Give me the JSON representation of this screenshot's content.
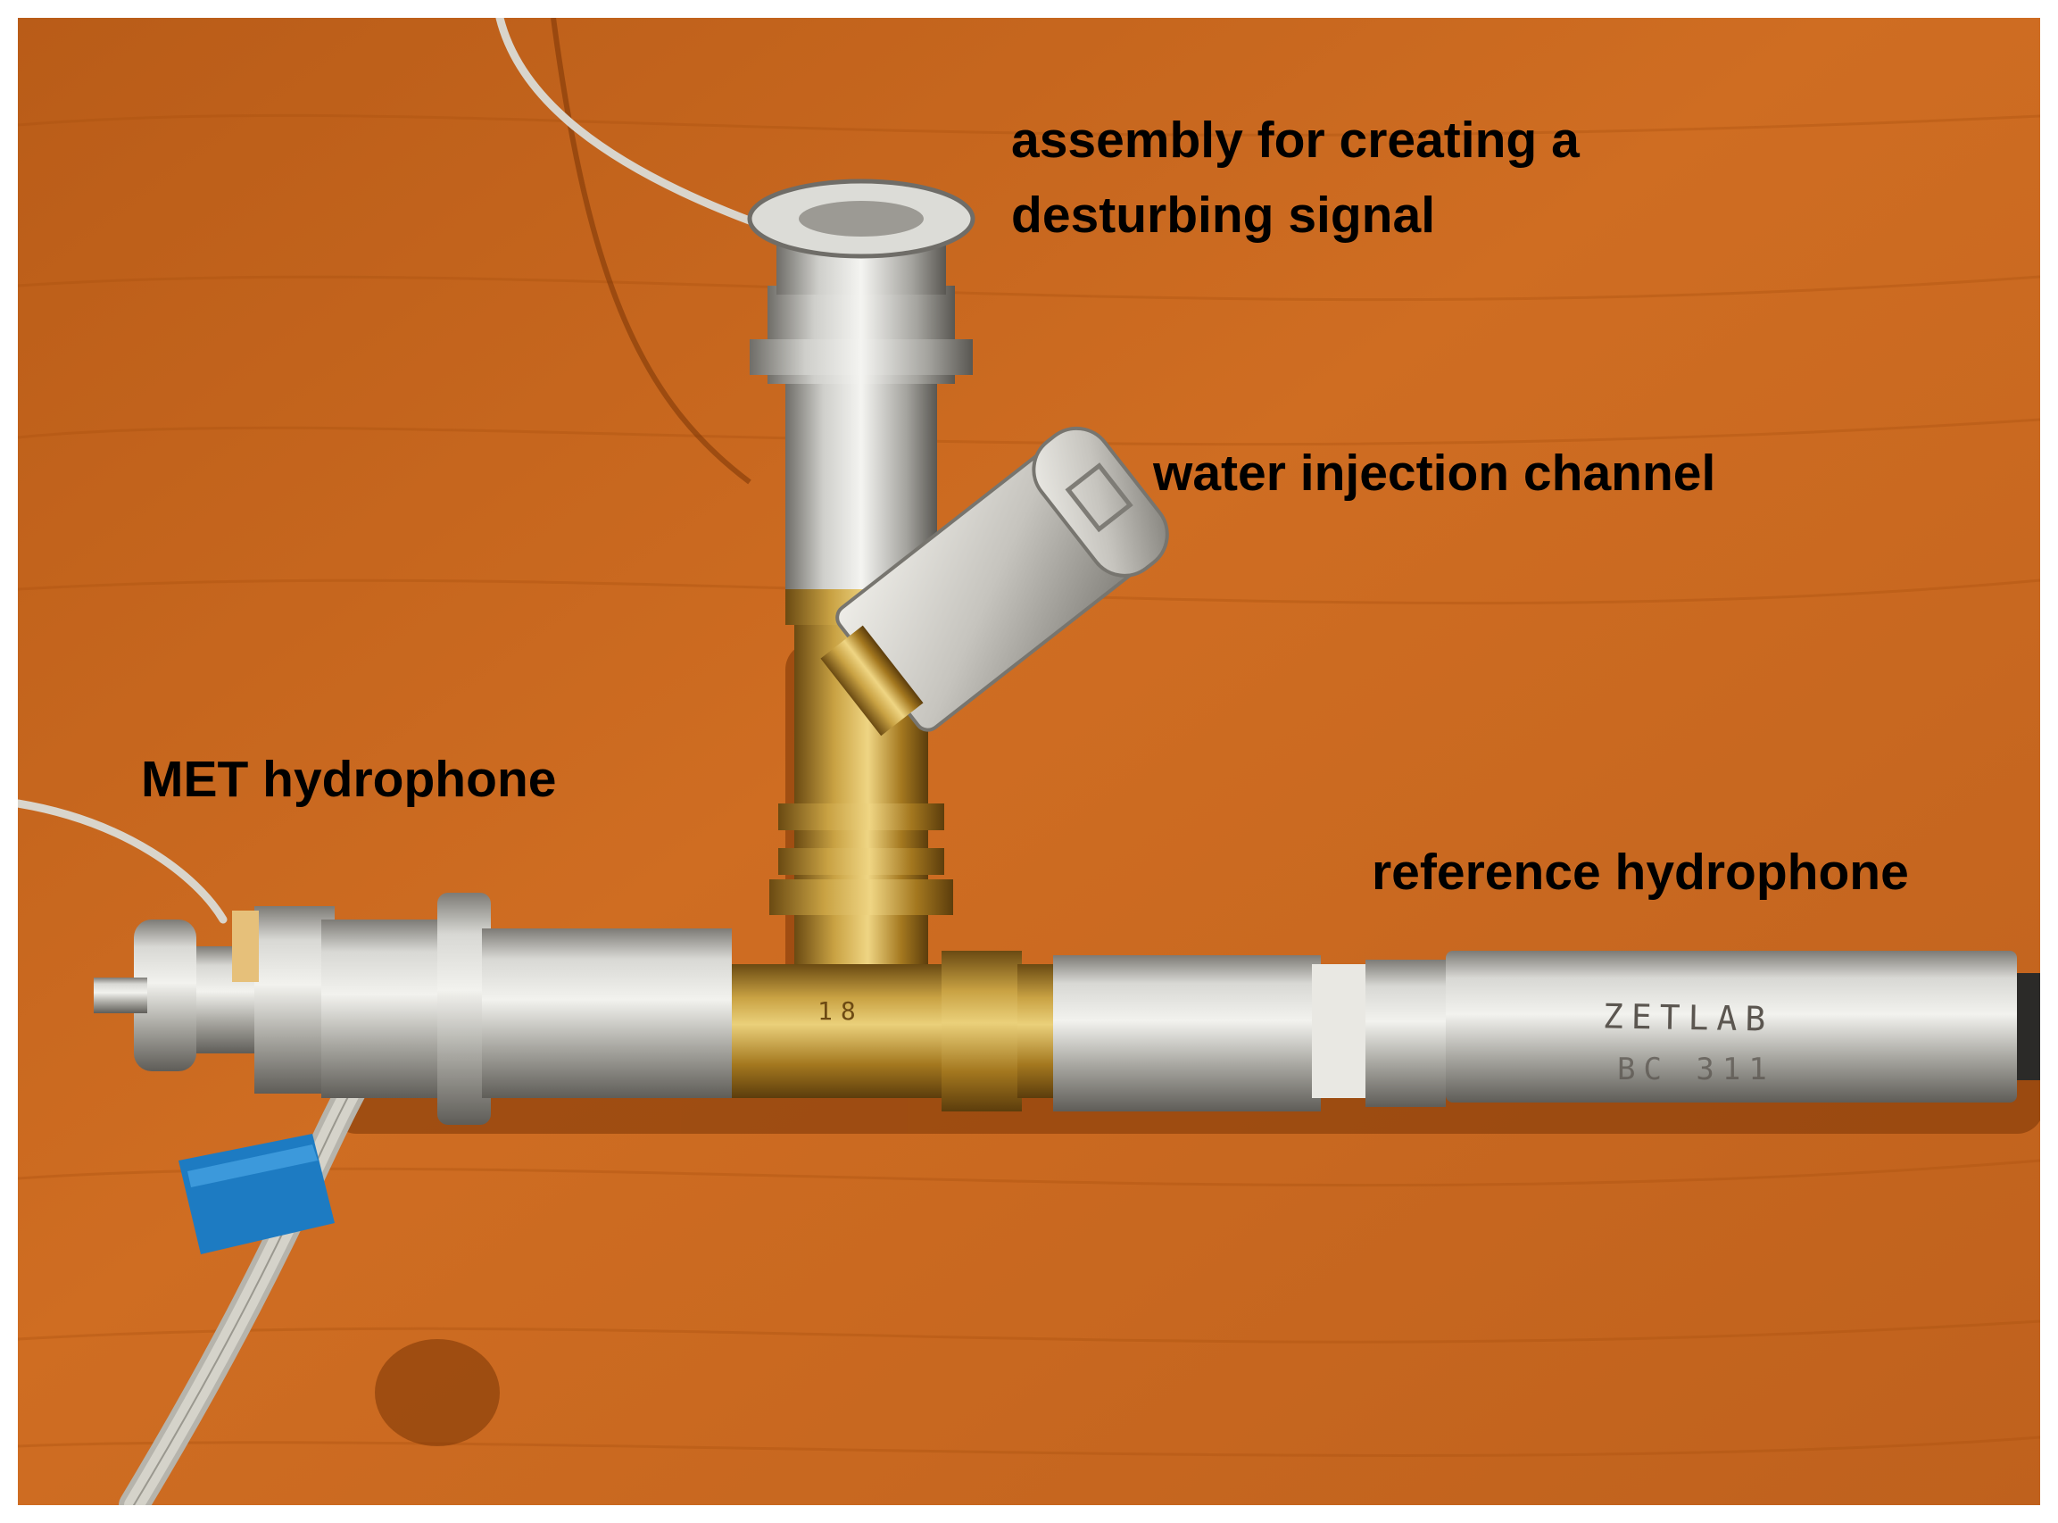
{
  "figure": {
    "labels": {
      "assembly": "assembly for creating a\ndesturbing signal",
      "water_injection": "water injection channel",
      "met_hydrophone": "MET hydrophone",
      "reference_hydrophone": "reference hydrophone"
    },
    "engravings": {
      "brand": "ZETLAB",
      "model": "BC 311",
      "tee_mark": "18"
    }
  },
  "colors": {
    "table": "#c8671f",
    "steel": "#c7c7c2",
    "brass": "#b9922e",
    "tape": "#1d7bc2",
    "label_text": "#000000"
  }
}
